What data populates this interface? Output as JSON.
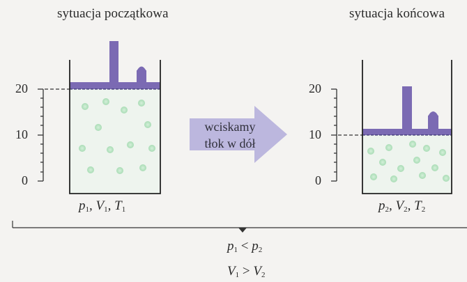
{
  "titles": {
    "initial": "sytuacja początkowa",
    "final": "sytuacja końcowa"
  },
  "axis_ticks": [
    "20",
    "10",
    "0"
  ],
  "arrow": {
    "line1": "wciskamy",
    "line2": "tłok w dół"
  },
  "states": {
    "initial": {
      "p": "p",
      "p_sub": "1",
      "v": "V",
      "v_sub": "1",
      "t": "T",
      "t_sub": "1"
    },
    "final": {
      "p": "p",
      "p_sub": "2",
      "v": "V",
      "v_sub": "2",
      "t": "T",
      "t_sub": "2"
    }
  },
  "relations": {
    "pressure": {
      "left": "p",
      "left_sub": "1",
      "op": "<",
      "right": "p",
      "right_sub": "2"
    },
    "volume": {
      "left": "V",
      "left_sub": "1",
      "op": ">",
      "right": "V",
      "right_sub": "2"
    }
  },
  "colors": {
    "piston": "#7b6ab3",
    "gas_dot": "#b5e2bf",
    "arrow_fill": "#bcb7de",
    "line": "#333333"
  },
  "levels": {
    "initial_piston_reading": 20,
    "final_piston_reading": 10
  }
}
